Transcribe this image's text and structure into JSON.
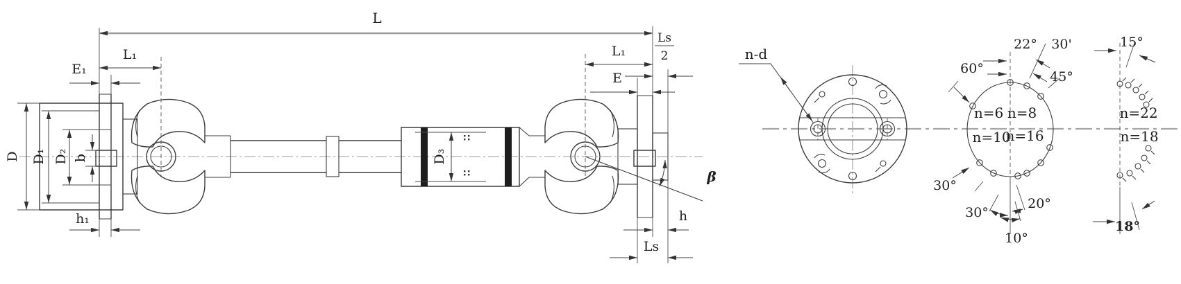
{
  "figure": {
    "background": "#ffffff",
    "line_color": "#3c3c3c",
    "centerline_color": "#9b9b9b",
    "description": "Engineering drawing of a universal-joint (cardan) drive shaft with dimension callouts and flange bolt-hole pattern views"
  },
  "side_view": {
    "dims": {
      "L": "L",
      "L1_left": "L₁",
      "E1": "E₁",
      "D": "D",
      "D1": "D₁",
      "D2": "D₂",
      "b": "b",
      "h1": "h₁",
      "D3": "D₃",
      "L1_right": "L₁",
      "E": "E",
      "Ls_half_num": "Ls",
      "Ls_half_den": "2",
      "h": "h",
      "Ls": "Ls",
      "beta": "β"
    }
  },
  "flange_views": {
    "view1": {
      "nd_label": "n-d"
    },
    "view2": {
      "angle_60": "60°",
      "angle_22": "22°",
      "angle_30min": "30'",
      "angle_45": "45°",
      "n6": "n=6",
      "n8": "n=8",
      "n10": "n=10",
      "n16": "n=16",
      "angle_30_upper": "30°",
      "angle_30_lower": "30°",
      "angle_20": "20°",
      "angle_10": "10°"
    },
    "view3": {
      "angle_15": "15°",
      "n22": "n=22",
      "n18": "n=18",
      "angle_18": "18°"
    }
  }
}
